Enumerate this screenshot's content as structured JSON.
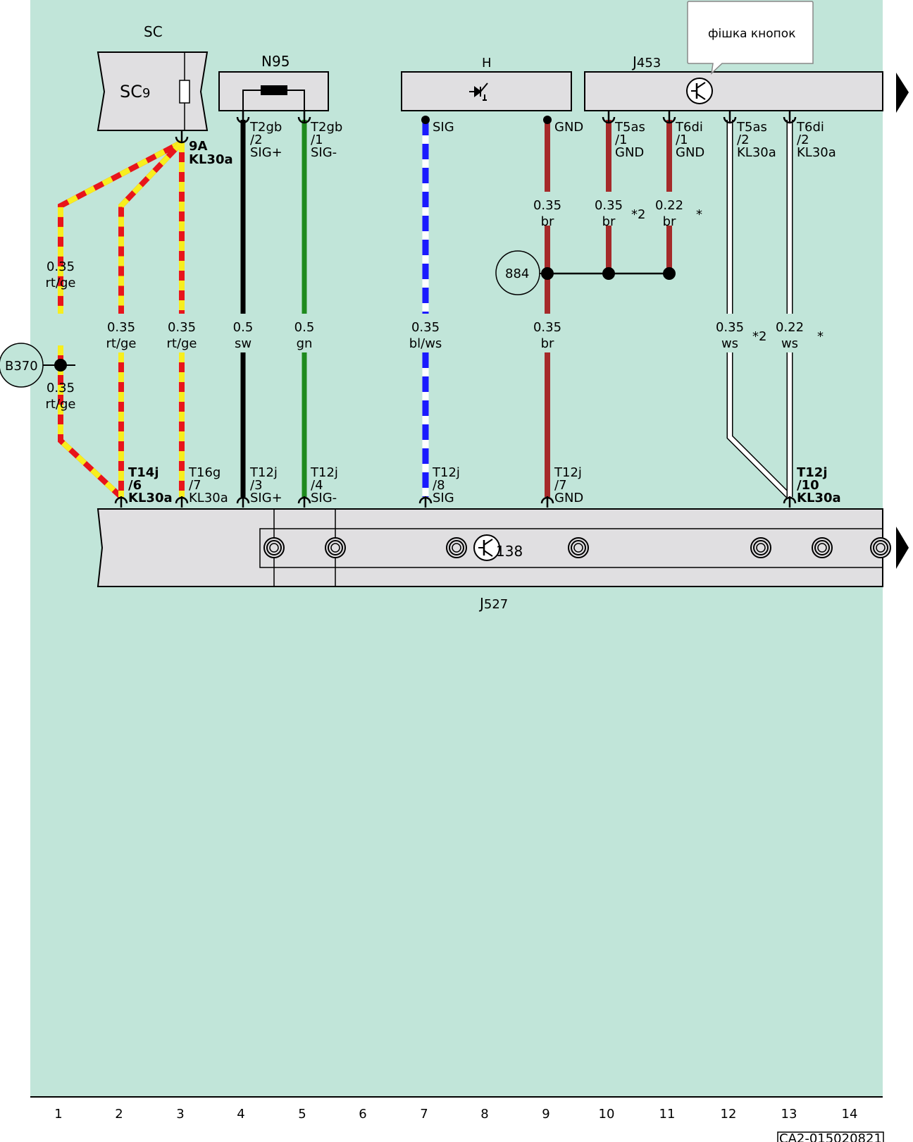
{
  "components": {
    "sc": {
      "title": "SC",
      "label_main": "SC",
      "label_sub": "9"
    },
    "n95": {
      "label_main": "N",
      "label_sub": "95"
    },
    "h": {
      "label": "H"
    },
    "j453": {
      "label_main": "J",
      "label_sub": "453",
      "callout": "фішка кнопок"
    },
    "j527": {
      "label_main": "J",
      "label_sub": "527"
    },
    "b370": {
      "label": "B370"
    },
    "node884": {
      "label": "884"
    },
    "k138": {
      "label": "138"
    }
  },
  "pins": {
    "sc9a": [
      "9A",
      "KL30a"
    ],
    "n95_2": [
      "T2gb",
      "/2",
      "SIG+"
    ],
    "n95_1": [
      "T2gb",
      "/1",
      "SIG-"
    ],
    "h_sig": [
      "SIG"
    ],
    "h_gnd": [
      "GND"
    ],
    "j453_t5as1": [
      "T5as",
      "/1",
      "GND"
    ],
    "j453_t6di1": [
      "T6di",
      "/1",
      "GND"
    ],
    "j453_t5as2": [
      "T5as",
      "/2",
      "KL30a"
    ],
    "j453_t6di2": [
      "T6di",
      "/2",
      "KL30a"
    ],
    "j527_t14j6": [
      "T14j",
      "/6",
      "KL30a"
    ],
    "j527_t16g7": [
      "T16g",
      "/7",
      "KL30a"
    ],
    "j527_t12j3": [
      "T12j",
      "/3",
      "SIG+"
    ],
    "j527_t12j4": [
      "T12j",
      "/4",
      "SIG-"
    ],
    "j527_t12j8": [
      "T12j",
      "/8",
      "SIG"
    ],
    "j527_t12j7": [
      "T12j",
      "/7",
      "GND"
    ],
    "j527_t12j10": [
      "T12j",
      "/10",
      "KL30a"
    ]
  },
  "wires": {
    "w1a": [
      "0.35",
      "rt/ge"
    ],
    "w1b": [
      "0.35",
      "rt/ge"
    ],
    "w2": [
      "0.35",
      "rt/ge"
    ],
    "w3": [
      "0.35",
      "rt/ge"
    ],
    "w4": [
      "0.5",
      "sw"
    ],
    "w5": [
      "0.5",
      "gn"
    ],
    "w7": [
      "0.35",
      "bl/ws"
    ],
    "w9a": [
      "0.35",
      "br"
    ],
    "w9b": [
      "0.35",
      "br"
    ],
    "w10": [
      "0.35",
      "br"
    ],
    "w11": [
      "0.22",
      "br"
    ],
    "w12": [
      "0.35",
      "ws"
    ],
    "w13": [
      "0.22",
      "ws"
    ]
  },
  "notes": {
    "n_top_2": "*2",
    "n_top_1": "*",
    "n_bot_2": "*2",
    "n_bot_1": "*"
  },
  "grid_numbers": [
    "1",
    "2",
    "3",
    "4",
    "5",
    "6",
    "7",
    "8",
    "9",
    "10",
    "11",
    "12",
    "13",
    "14"
  ],
  "reference": "CA2-015020821",
  "colors": {
    "background": "#c1e5d9",
    "component_fill": "#e0dfe1",
    "rt": "#e8141b",
    "ge": "#f7ee1e",
    "sw": "#000000",
    "gn": "#1e8a1e",
    "bl": "#1a1aff",
    "br": "#a52a2a",
    "ws": "#ffffff"
  }
}
